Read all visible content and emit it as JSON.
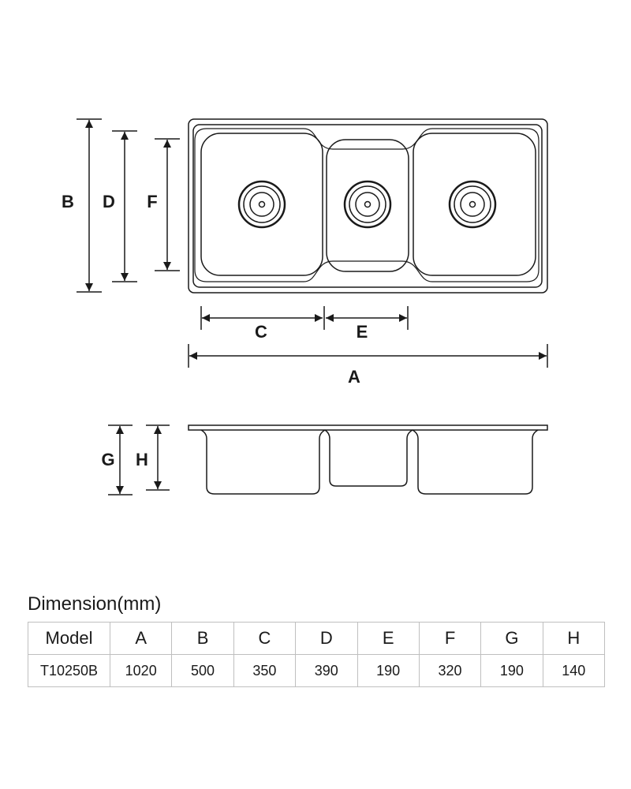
{
  "labels": {
    "A": "A",
    "B": "B",
    "C": "C",
    "D": "D",
    "E": "E",
    "F": "F",
    "G": "G",
    "H": "H"
  },
  "table": {
    "title": "Dimension(mm)",
    "headers": [
      "Model",
      "A",
      "B",
      "C",
      "D",
      "E",
      "F",
      "G",
      "H"
    ],
    "rows": [
      [
        "T10250B",
        "1020",
        "500",
        "350",
        "390",
        "190",
        "320",
        "190",
        "140"
      ]
    ]
  },
  "colors": {
    "line": "#1a1a1a",
    "grid": "#bfbfbf"
  }
}
